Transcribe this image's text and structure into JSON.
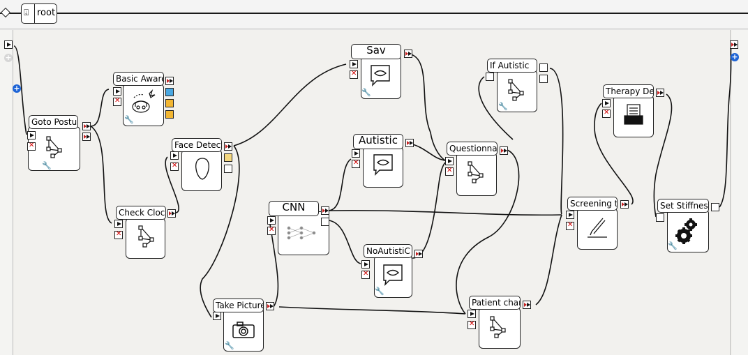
{
  "breadcrumb": {
    "root_label": "root",
    "icon": "import-down-arrow-icon"
  },
  "boxes": {
    "goto_posture": "Goto Postur",
    "basic_awareness": "Basic Awarer",
    "check_clock": "Check Clock",
    "face_detect": "Face Detect",
    "take_picture": "Take Picture",
    "cnn": "CNN",
    "sav": "Sav",
    "autistic": "Autistic",
    "no_autistic": "NoAutistiC",
    "questionnaire": "Questionnai",
    "if_autistic": "If Autistic",
    "patient_char": "Patient char",
    "therapy_def": "Therapy Def",
    "screening_test": "Screening te",
    "set_stiffness": "Set Stiffness"
  },
  "icons": {
    "goto_posture": "diagram-icon",
    "basic_awareness": "robot-head-butterfly-icon",
    "check_clock": "diagram-icon",
    "face_detect": "face-outline-icon",
    "take_picture": "camera-icon",
    "cnn": "neural-network-icon",
    "speech": "speech-bubble-lips-icon",
    "questionnaire": "diagram-icon",
    "if_autistic": "diagram-icon",
    "patient_char": "diagram-icon",
    "therapy_def": "printer-icon",
    "screening_test": "pen-icon",
    "set_stiffness": "gears-icon"
  },
  "colors": {
    "wire": "#111111",
    "stop_red": "#d30000",
    "accent_blue": "#1e64d6",
    "port_blue": "#4aa8e2",
    "port_orange": "#f2b632"
  }
}
